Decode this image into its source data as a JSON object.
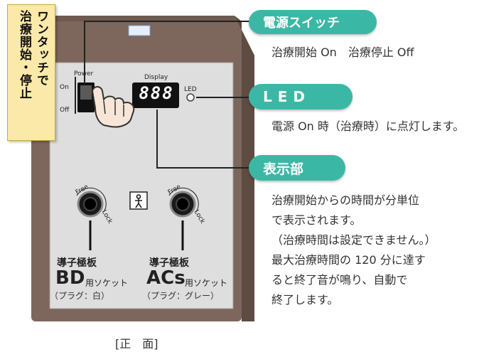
{
  "device": {
    "power_label": "Power",
    "on_label": "On",
    "off_label": "Off",
    "display_label": "Display",
    "display_digits": "888",
    "led_label": "LED",
    "free_label": "Free",
    "lock_label": "Lock"
  },
  "side_tag": {
    "line1": "ワンタッチで",
    "line2": "治療開始・停止"
  },
  "callouts": [
    {
      "title": "電源スイッチ",
      "description": [
        "治療開始 On　治療停止 Off"
      ]
    },
    {
      "title": "LED",
      "description": [
        "電源 On 時（治療時）に点灯します。"
      ]
    },
    {
      "title": "表示部",
      "description": [
        "治療開始からの時間が分単位",
        "で表示されます。",
        "（治療時間は設定できません。）",
        "最大治療時間の 120 分に達す",
        "ると終了音が鳴り、自動で",
        "終了します。"
      ]
    }
  ],
  "sockets": [
    {
      "title": "導子極板",
      "code": "BD",
      "suffix": "用ソケット",
      "plug": "（プラグ：白）"
    },
    {
      "title": "導子極板",
      "code": "ACs",
      "suffix": "用ソケット",
      "plug": "（プラグ：グレー）"
    }
  ],
  "caption": "[正　面]",
  "colors": {
    "accent": "#3bb8a5",
    "body": "#8a7368",
    "panel": "#dcdcdc",
    "digits": "#ffffff",
    "tag": "#fbe9a9"
  }
}
